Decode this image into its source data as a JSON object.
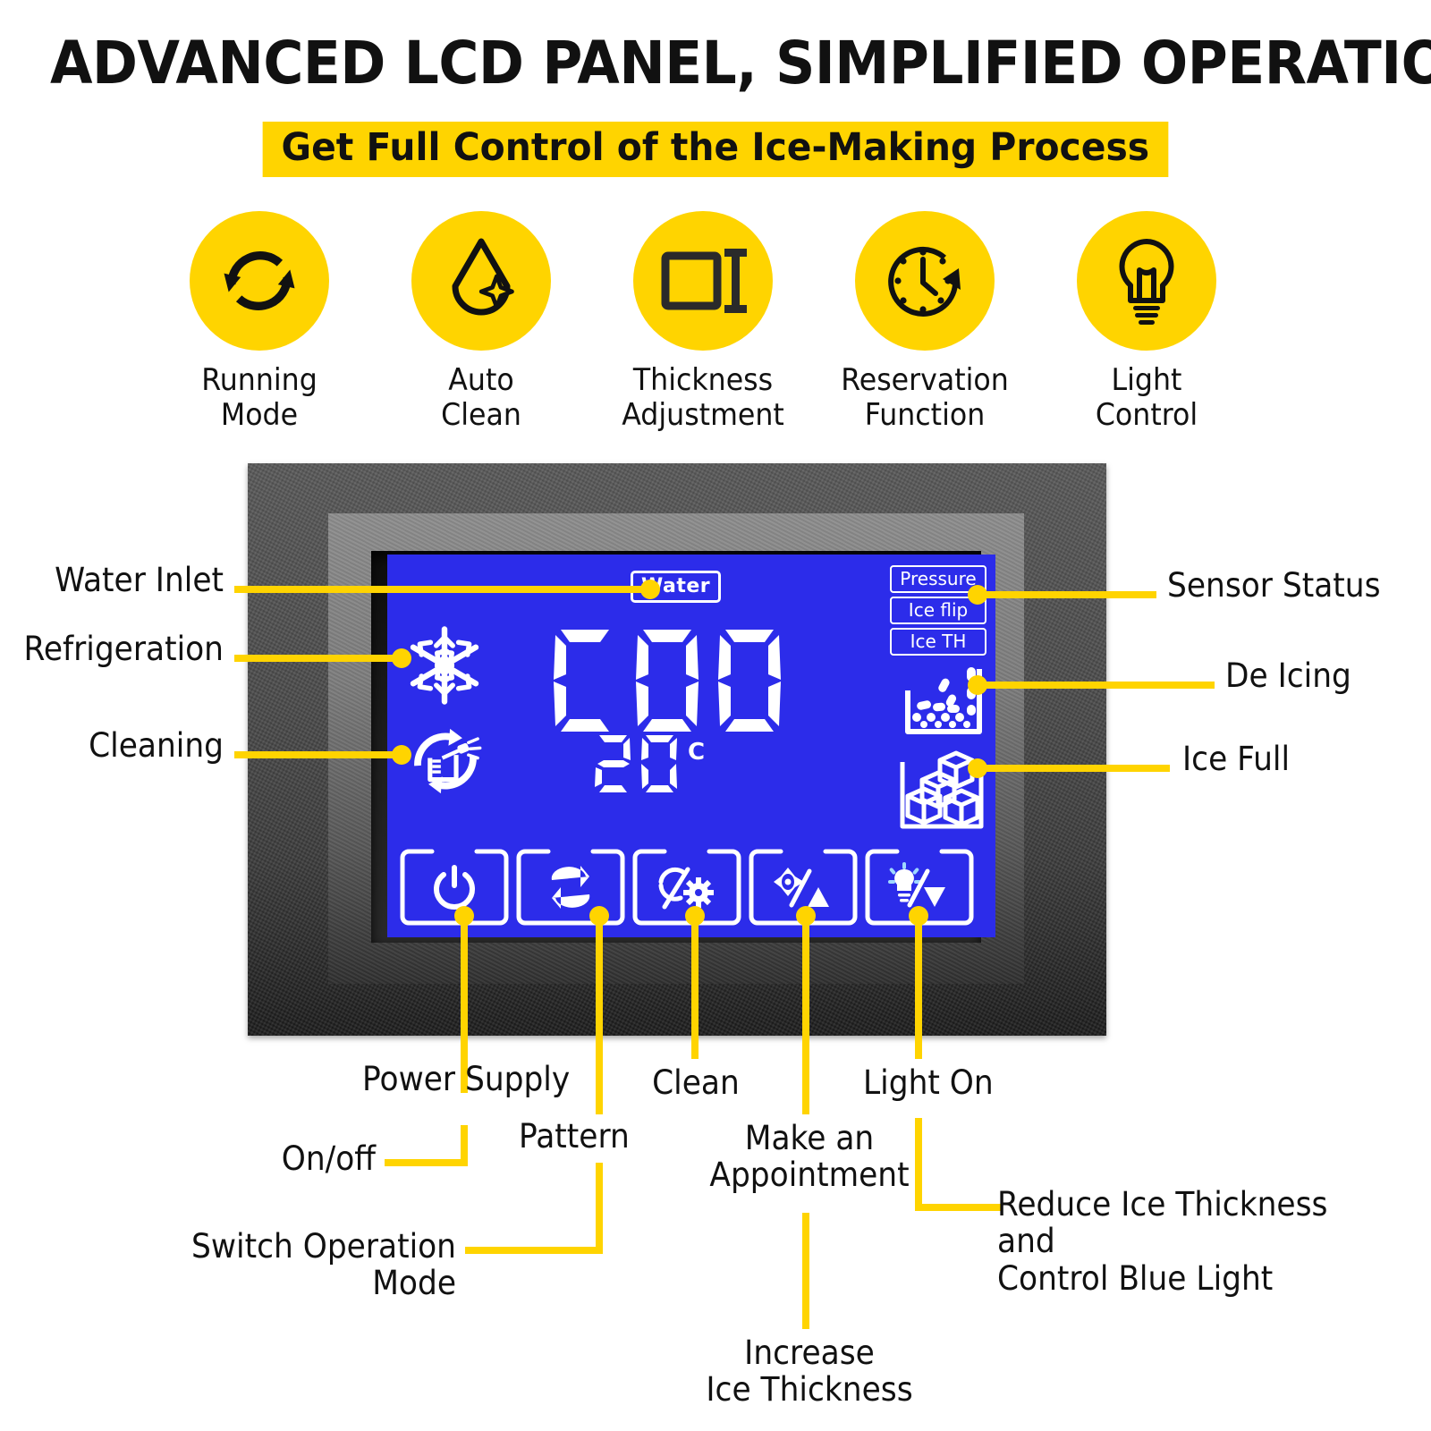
{
  "header": {
    "title": "ADVANCED LCD PANEL, SIMPLIFIED OPERATION",
    "subtitle": "Get Full Control of the Ice-Making Process",
    "accent_color": "#FFD400",
    "lcd_color": "#2C2CEA"
  },
  "features": [
    {
      "icon": "running-mode-icon",
      "label": "Running\nMode"
    },
    {
      "icon": "auto-clean-icon",
      "label": "Auto\nClean"
    },
    {
      "icon": "thickness-adjustment-icon",
      "label": "Thickness\nAdjustment"
    },
    {
      "icon": "reservation-function-icon",
      "label": "Reservation\nFunction"
    },
    {
      "icon": "light-control-icon",
      "label": "Light\nControl"
    }
  ],
  "lcd": {
    "water_tag": "Water",
    "sensor_tags": [
      "Pressure",
      "Ice flip",
      "Ice TH"
    ],
    "main_display": "C00",
    "temperature": "20",
    "temperature_unit": "C",
    "status_icons": [
      {
        "name": "snowflake-icon",
        "meaning": "Refrigeration"
      },
      {
        "name": "cleaning-icon",
        "meaning": "Cleaning"
      },
      {
        "name": "de-icing-icon",
        "meaning": "De Icing"
      },
      {
        "name": "ice-full-icon",
        "meaning": "Ice Full"
      }
    ],
    "buttons": [
      {
        "name": "power-button",
        "icon": "power-icon"
      },
      {
        "name": "pattern-button",
        "icon": "swap-arrows-icon"
      },
      {
        "name": "clean-button",
        "icon": "clock-gear-icon"
      },
      {
        "name": "appointment-up-button",
        "icon": "timer-up-icon"
      },
      {
        "name": "light-down-button",
        "icon": "bulb-down-icon"
      }
    ]
  },
  "callouts": {
    "left": [
      {
        "label": "Water Inlet"
      },
      {
        "label": "Refrigeration"
      },
      {
        "label": "Cleaning"
      }
    ],
    "right": [
      {
        "label": "Sensor Status"
      },
      {
        "label": "De Icing"
      },
      {
        "label": "Ice Full"
      }
    ],
    "bottom": [
      {
        "label": "Power Supply"
      },
      {
        "label": "On/off"
      },
      {
        "label": "Pattern"
      },
      {
        "label": "Switch Operation Mode"
      },
      {
        "label": "Clean"
      },
      {
        "label": "Make an\nAppointment"
      },
      {
        "label": "Increase\nIce Thickness"
      },
      {
        "label": "Light On"
      },
      {
        "label": "Reduce Ice Thickness and\nControl Blue Light"
      }
    ]
  }
}
